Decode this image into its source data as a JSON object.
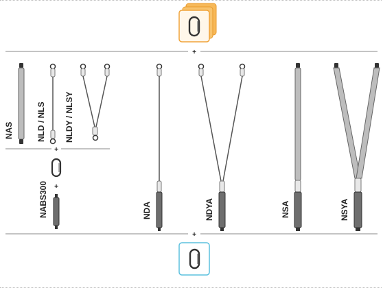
{
  "top_connector": {
    "icon": "triple-stacked-carabiner-icon",
    "accent": "#f5a623"
  },
  "bottom_connector": {
    "icon": "single-carabiner-icon",
    "accent": "#5bc0de"
  },
  "separator_symbol": "+",
  "lanyards": [
    {
      "code": "NAS",
      "kind": "fixed-strap"
    },
    {
      "code": "NLD / NLS",
      "kind": "rope"
    },
    {
      "code": "NLDY / NLSY",
      "kind": "y-rope"
    },
    {
      "code": "NABS300",
      "kind": "carabiner-with-absorber"
    },
    {
      "code": "NDA",
      "kind": "rope-with-absorber"
    },
    {
      "code": "NDYA",
      "kind": "y-rope-with-absorber"
    },
    {
      "code": "NSA",
      "kind": "strap-with-absorber"
    },
    {
      "code": "NSYA",
      "kind": "y-strap-with-absorber"
    }
  ],
  "colors": {
    "strap": "#bdbdbd",
    "rope": "#555555",
    "absorber": "#6e6e6e",
    "rule": "#888888"
  }
}
